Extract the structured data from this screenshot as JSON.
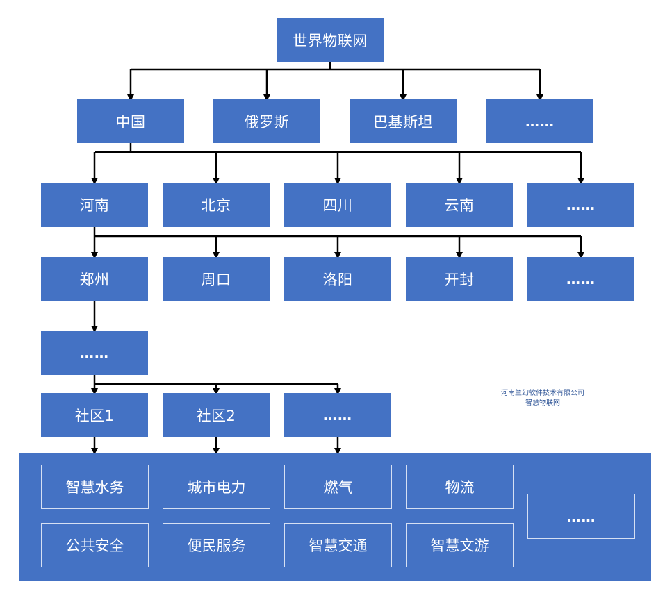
{
  "root": "世界物联网",
  "countries": [
    "中国",
    "俄罗斯",
    "巴基斯坦",
    "……"
  ],
  "provinces": [
    "河南",
    "北京",
    "四川",
    "云南",
    "……"
  ],
  "cities": [
    "郑州",
    "周口",
    "洛阳",
    "开封",
    "……"
  ],
  "districts": [
    "……"
  ],
  "communities": [
    "社区1",
    "社区2",
    "……"
  ],
  "services": [
    "智慧水务",
    "城市电力",
    "燃气",
    "物流",
    "公共安全",
    "便民服务",
    "智慧交通",
    "智慧文游",
    "……"
  ],
  "watermark": {
    "line1": "河南兰幻软件技术有限公司",
    "line2": "智慧物联网"
  },
  "colors": {
    "node": "#4472c4",
    "line": "#000000"
  }
}
